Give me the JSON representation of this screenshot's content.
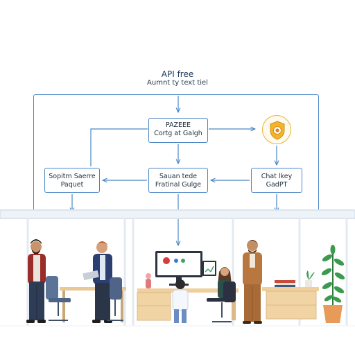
{
  "header": {
    "title": "API free",
    "subtitle": "Aumnt ty text tiel"
  },
  "nodes": {
    "top": {
      "line1": "PAZEEE",
      "line2": "Cortg at Galgh"
    },
    "left": {
      "line1": "Sopitm Saerre",
      "line2": "Paquet"
    },
    "mid": {
      "line1": "Sauan tede",
      "line2": "Fratinal Gulge"
    },
    "right": {
      "line1": "Chat lkey",
      "line2": "GadPT"
    },
    "shield_icon": "shield-coin-icon"
  },
  "colors": {
    "line": "#4a86c5",
    "shield": "#e7b234",
    "wood": "#f1d4a4"
  },
  "scene": {
    "description_icons": [
      "person-bearded-icon",
      "person-laptop-icon",
      "monitor-icon",
      "child-icon",
      "woman-at-desk-icon",
      "standing-man-icon",
      "plant-icon",
      "vase-icon",
      "books-icon"
    ]
  }
}
